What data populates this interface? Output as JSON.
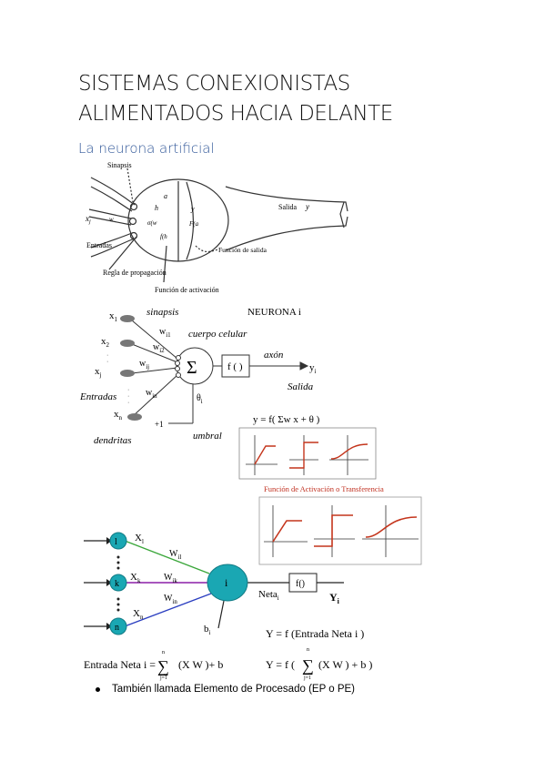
{
  "page": {
    "title_line1": "SISTEMAS CONEXIONISTAS",
    "title_line2": "ALIMENTADOS HACIA DELANTE",
    "subtitle": "La neurona artificial",
    "bullet": "También llamada Elemento de Procesado (EP o PE)"
  },
  "fig1": {
    "sinapsis": "Sinapsis",
    "entradas": "Entradas",
    "xj": "x",
    "xj_sub": "j",
    "wij": "w",
    "hi": "h",
    "sigma": "σ(w",
    "ai": "a",
    "yi": "y",
    "f_ai": "F(a",
    "f_hi": "f(h",
    "salida": "Salida",
    "salida_y": "y",
    "regla": "Regla de propagación",
    "funcion_activacion": "Función de activación",
    "funcion_salida": "Función de salida"
  },
  "fig2": {
    "sinapsis": "sinapsis",
    "neurona": "NEURONA i",
    "cuerpo": "cuerpo celular",
    "axon": "axón",
    "salida": "Salida",
    "entradas": "Entradas",
    "dendritas": "dendritas",
    "umbral": "umbral",
    "sum": "Σ",
    "f": "f ( )",
    "plus1": "+1",
    "theta": "θ",
    "theta_sub": "i",
    "yi": "y",
    "yi_sub": "i",
    "inputs": [
      {
        "x": "x",
        "sub": "1",
        "w": "w",
        "wsub": "i1"
      },
      {
        "x": "x",
        "sub": "2",
        "w": "w",
        "wsub": "i2"
      },
      {
        "x": "x",
        "sub": "j",
        "w": "w",
        "wsub": "ij"
      },
      {
        "x": "x",
        "sub": "n",
        "w": "w",
        "wsub": "in"
      }
    ],
    "formula": "y  = f( Σw  x  + θ   )"
  },
  "fig3": {
    "title": "Función de Activación o Transferencia"
  },
  "fig4": {
    "nodes": [
      "l",
      "k",
      "n"
    ],
    "x_labels": [
      "X",
      "X",
      "X"
    ],
    "x_subs": [
      "l",
      "k",
      "n"
    ],
    "w_labels": [
      "W",
      "W",
      "W"
    ],
    "w_subs": [
      "il",
      "ik",
      "in"
    ],
    "neuron": "i",
    "f": "f()",
    "neta": "Neta",
    "neta_sub": "i",
    "yi": "Y",
    "yi_sub": "i",
    "bi": "b",
    "bi_sub": "i",
    "eq1": "Y  = f (Entrada Neta i )",
    "eq2_left": "Entrada Neta i =",
    "eq2_right": "(X   W  )+ b",
    "eq3_left": "Y  = f (",
    "eq3_right": "(X   W  ) + b )",
    "sum_top": "n",
    "sum_bot": "j=1"
  },
  "colors": {
    "accent": "#2e5597",
    "node": "#1aa7b3",
    "line_green": "#3aa63a",
    "line_purple": "#8b1fa9",
    "line_blue": "#2b3ec0",
    "curve_red": "#c4351c",
    "fig3_title": "#c03020"
  }
}
